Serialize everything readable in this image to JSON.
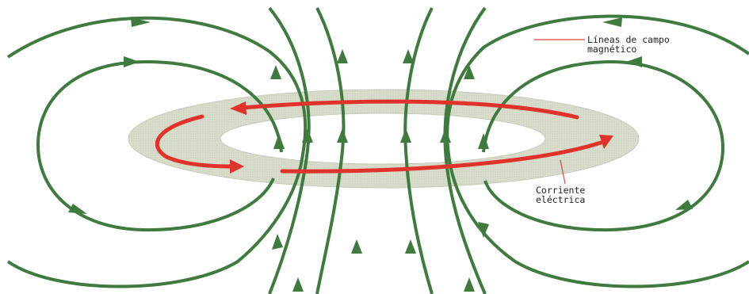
{
  "colors": {
    "field_line": "#3f7a3f",
    "current": "#e0332b",
    "ring_fill": "#d7dcca",
    "ring_edge": "#c4caba",
    "leader": "#d24a40"
  },
  "labels": {
    "field_line_1": "Líneas de campo",
    "field_line_2": "magnético",
    "current_1": "Corriente",
    "current_2": "eléctrica"
  }
}
